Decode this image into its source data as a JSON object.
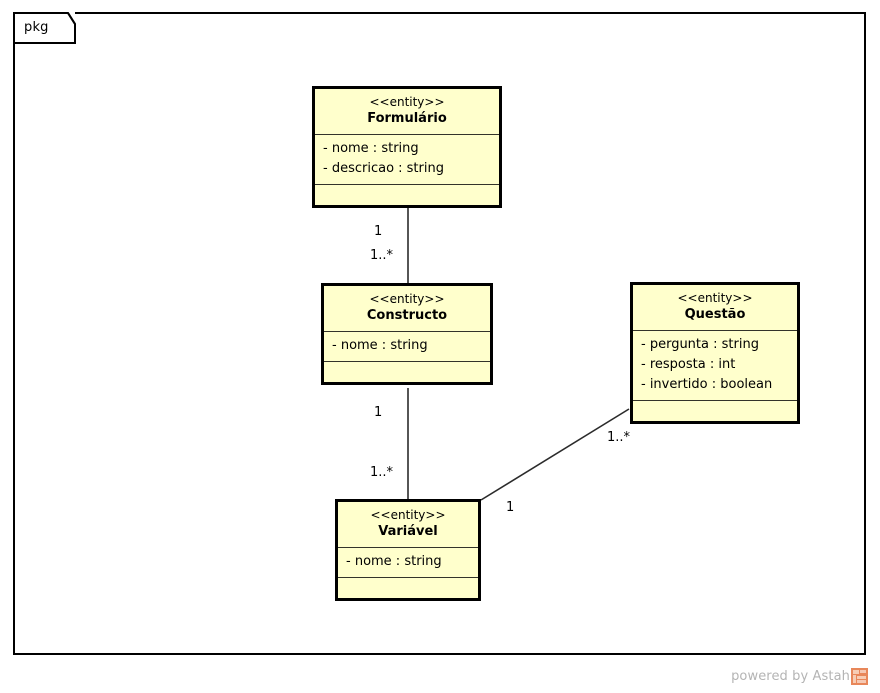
{
  "diagram": {
    "package_label": "pkg",
    "type": "uml-class-diagram",
    "background": "#ffffff",
    "class_fill": "#ffffcc",
    "class_border": "#000000"
  },
  "classes": [
    {
      "id": "formulario",
      "stereotype": "<<entity>>",
      "name": "Formulário",
      "attributes": [
        "- nome : string",
        "- descricao : string"
      ],
      "operations": []
    },
    {
      "id": "constructo",
      "stereotype": "<<entity>>",
      "name": "Constructo",
      "attributes": [
        "- nome : string"
      ],
      "operations": []
    },
    {
      "id": "questao",
      "stereotype": "<<entity>>",
      "name": "Questão",
      "attributes": [
        "- pergunta : string",
        "- resposta : int",
        "- invertido : boolean"
      ],
      "operations": []
    },
    {
      "id": "variavel",
      "stereotype": "<<entity>>",
      "name": "Variável",
      "attributes": [
        "- nome : string"
      ],
      "operations": []
    }
  ],
  "associations": [
    {
      "id": "formulario-constructo",
      "source": "formulario",
      "target": "constructo",
      "source_multiplicity": "1",
      "target_multiplicity": "1..*"
    },
    {
      "id": "constructo-variavel",
      "source": "constructo",
      "target": "variavel",
      "source_multiplicity": "1",
      "target_multiplicity": "1..*"
    },
    {
      "id": "variavel-questao",
      "source": "variavel",
      "target": "questao",
      "source_multiplicity": "1",
      "target_multiplicity": "1..*"
    }
  ],
  "watermark": {
    "text": "powered by Astah",
    "logo_color": "#e8875a",
    "text_color": "#b4b4b4"
  }
}
